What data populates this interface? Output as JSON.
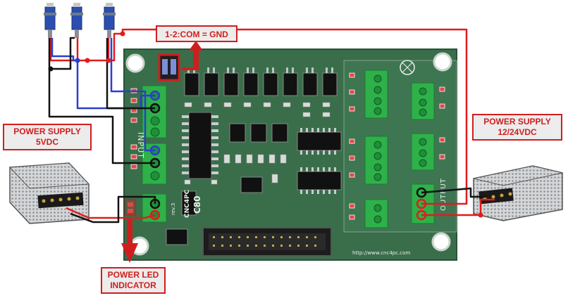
{
  "callouts": {
    "gnd": "1-2:COM = GND",
    "ps5_line1": "POWER SUPPLY",
    "ps5_line2": "5VDC",
    "ps24_line1": "POWER SUPPLY",
    "ps24_line2": "12/24VDC",
    "led_line1": "POWER LED",
    "led_line2": "INDICATOR"
  },
  "board": {
    "silk_input": "INPUT",
    "silk_output": "OUTPUT",
    "silk_brand": "CNC4PC",
    "silk_model": "C80",
    "silk_rev": "rev.3",
    "silk_url": "http://www.cnc4pc.com"
  },
  "colors": {
    "pcb": "#3a6e4b",
    "terminal": "#2fb14a",
    "wire_red": "#e21b1b",
    "wire_blue": "#2b3fc9",
    "wire_black": "#111111"
  }
}
